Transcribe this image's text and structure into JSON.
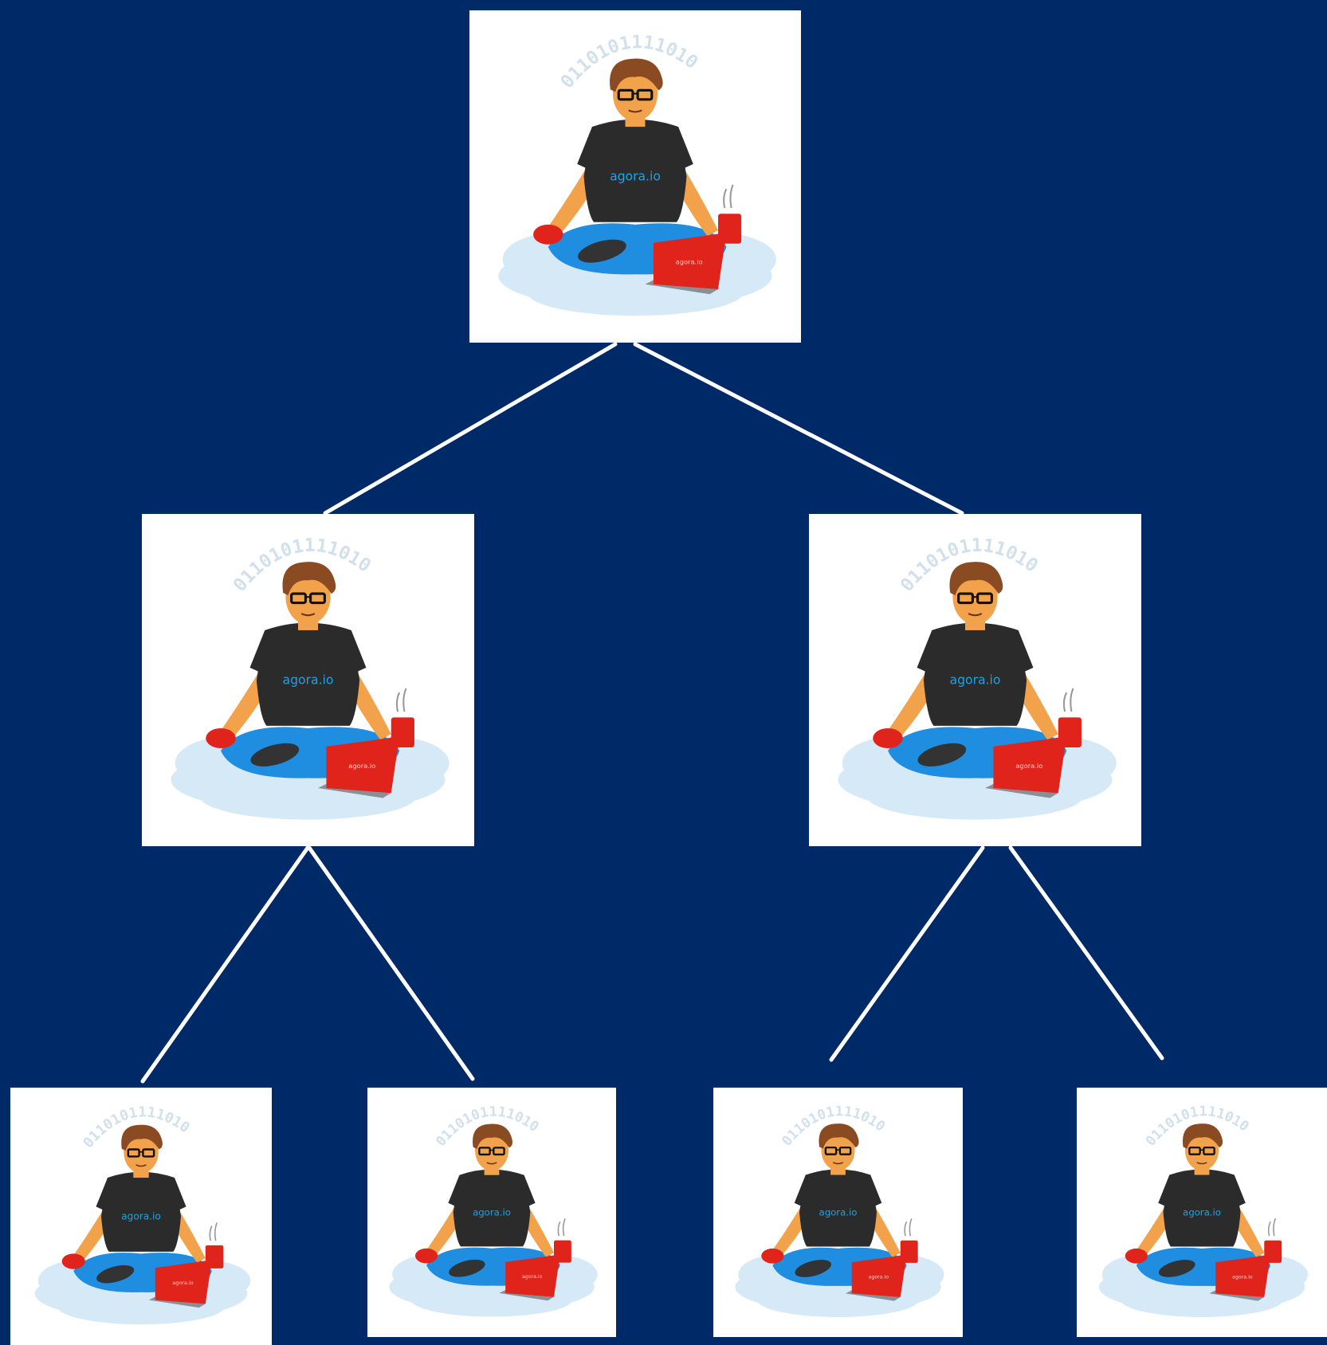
{
  "background_color": "#002968",
  "edge_color": "#ffffff",
  "illustration": {
    "icon": "meditating-developer-illustration",
    "binary_arc": "0110101111010",
    "shirt_logo": "agora.io",
    "laptop_logo": "agora.io"
  },
  "colors": {
    "hair": "#8a4a22",
    "skin": "#f2a24a",
    "shirt": "#2b2b2b",
    "pants": "#1f8ee0",
    "laptop": "#e0241c",
    "cloud": "#d5e9f6",
    "logo_text": "#1aa3e8",
    "binary_text": "#c9dbe8"
  },
  "tree": {
    "root": "node-root",
    "children": {
      "node-root": [
        "node-left",
        "node-right"
      ],
      "node-left": [
        "node-left-left",
        "node-left-right"
      ],
      "node-right": [
        "node-right-left",
        "node-right-right"
      ]
    }
  }
}
